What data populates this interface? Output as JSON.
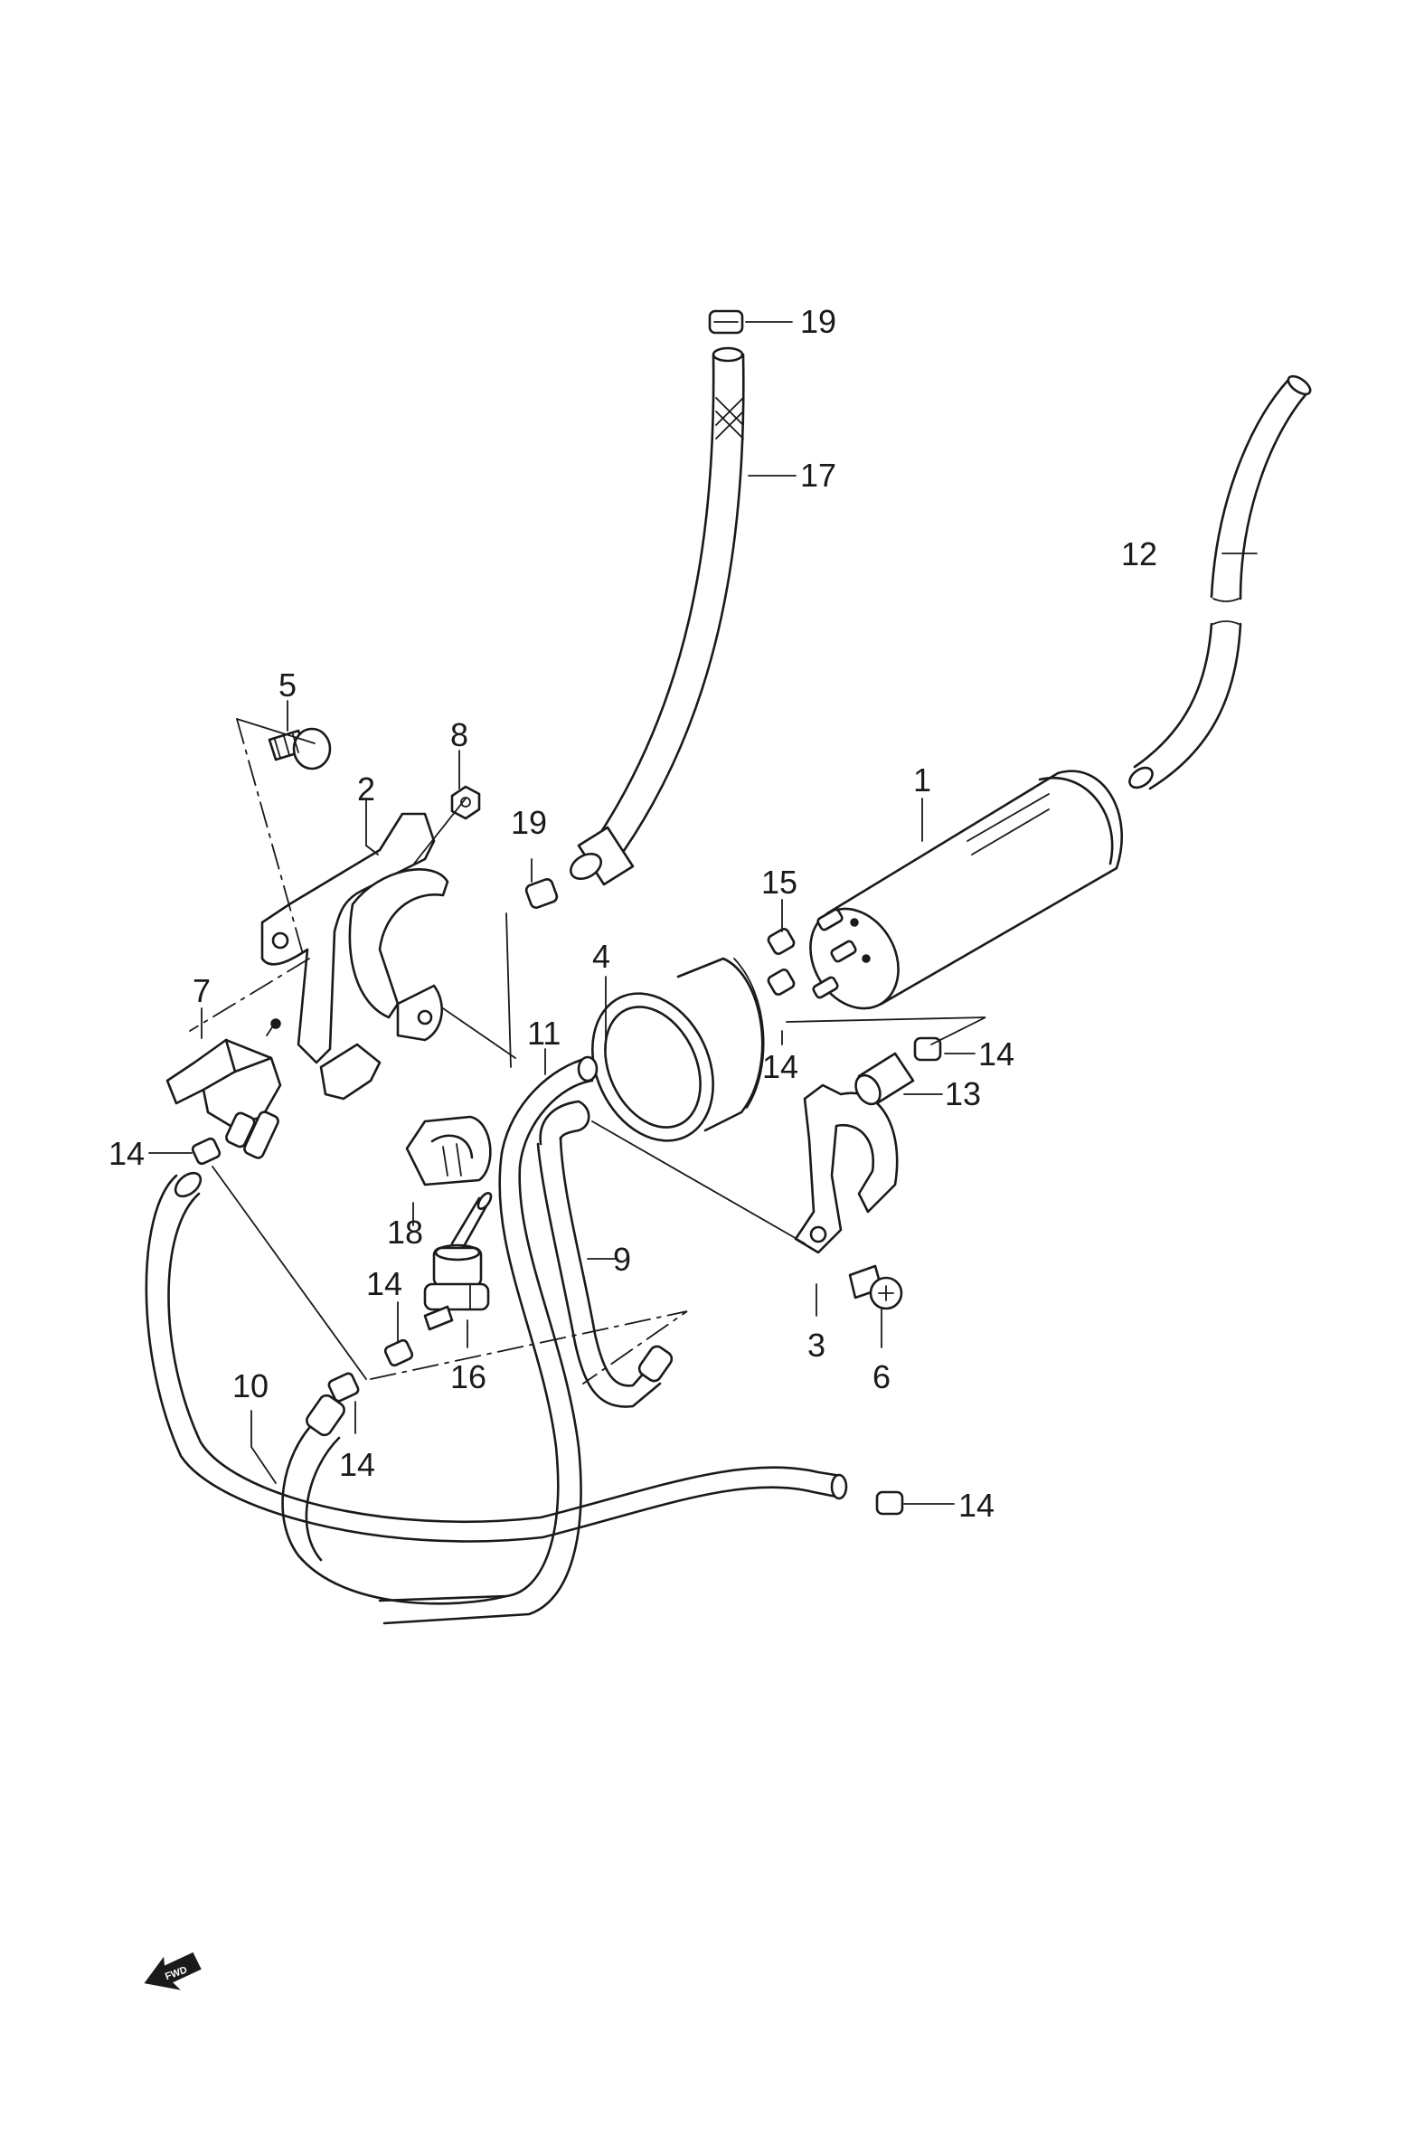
{
  "labels": {
    "p1": "1",
    "p2": "2",
    "p3": "3",
    "p4": "4",
    "p5": "5",
    "p6": "6",
    "p7": "7",
    "p8": "8",
    "p9": "9",
    "p10": "10",
    "p11": "11",
    "p12": "12",
    "p13": "13",
    "p14": "14",
    "p15": "15",
    "p16": "16",
    "p17": "17",
    "p18": "18",
    "p19": "19"
  },
  "fwd_badge": {
    "text": "FWD"
  }
}
